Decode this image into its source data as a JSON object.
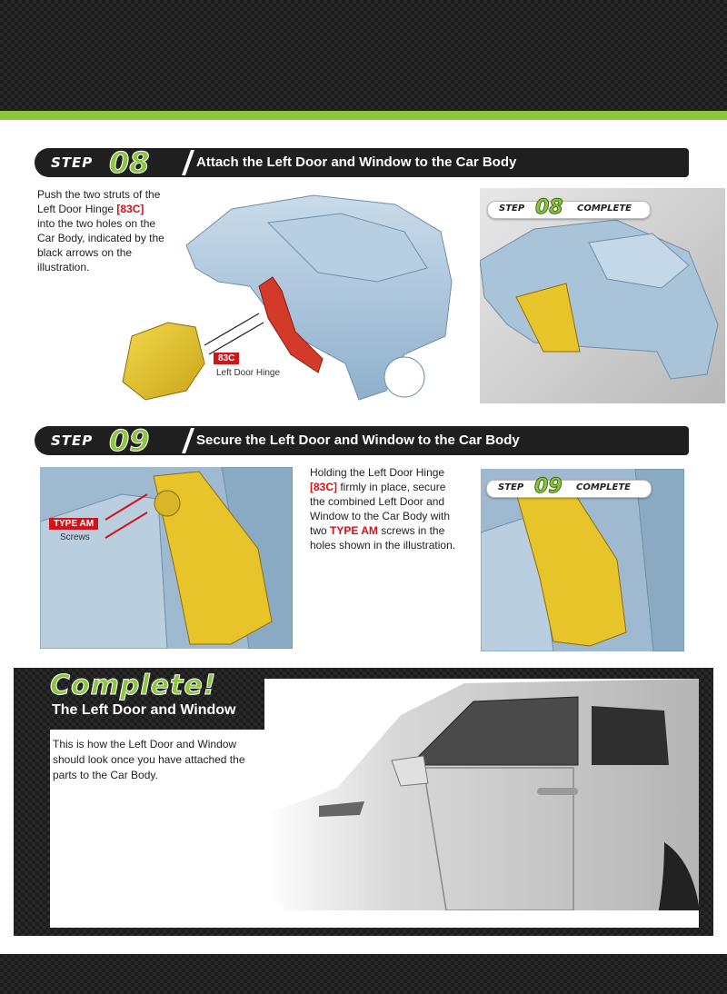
{
  "step08": {
    "word": "STEP",
    "number": "08",
    "title": "Attach the Left Door and Window to the Car Body",
    "text_before": "Push the two struts of the Left Door Hinge ",
    "part_ref": "[83C]",
    "text_after": " into the two holes on the Car Body, indicated by the black arrows on the illustration.",
    "label_code": "83C",
    "label_name": "Left Door Hinge",
    "complete_word": "STEP",
    "complete_number": "08",
    "complete_suffix": "COMPLETE"
  },
  "step09": {
    "word": "STEP",
    "number": "09",
    "title": "Secure the Left Door and Window to the Car Body",
    "text_1": "Holding the Left Door Hinge ",
    "part_ref": "[83C]",
    "text_2": " firmly in place, secure the combined Left Door and Window to the Car Body with two ",
    "screw_ref": "TYPE AM",
    "text_3": " screws in the holes shown in the illustration.",
    "label_code": "TYPE AM",
    "label_name": "Screws",
    "complete_word": "STEP",
    "complete_number": "09",
    "complete_suffix": "COMPLETE"
  },
  "complete": {
    "heading": "Complete!",
    "subtitle": "The Left Door and Window",
    "text": "This is how the Left Door and Window should look once you have attached the parts to the Car Body."
  },
  "colors": {
    "accent_green": "#8cc63f",
    "accent_red": "#d0141a",
    "door_yellow": "#e6c42a",
    "body_blue": "#a9c3d9"
  }
}
